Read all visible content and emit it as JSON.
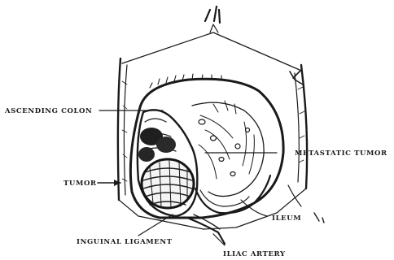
{
  "labels": {
    "ascending_colon": "ASCENDING COLON",
    "metastatic_tumor": "METASTATIC TUMOR",
    "tumor": "TUMOR",
    "ileum": "ILEUM",
    "inguinal_ligament": "INGUINAL LIGAMENT",
    "iliac_artery": "ILIAC ARTERY"
  }
}
